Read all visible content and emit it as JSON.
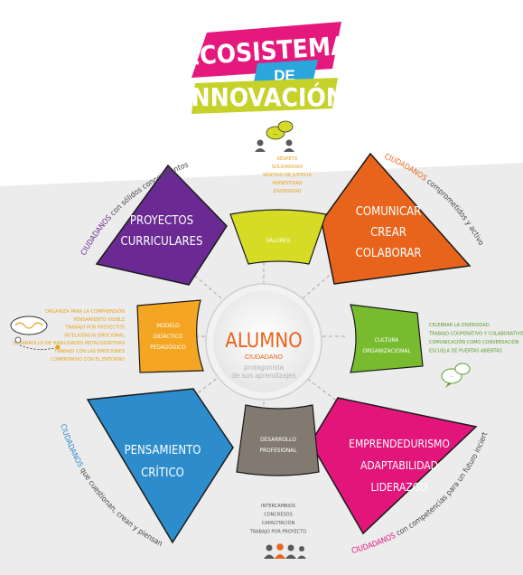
{
  "title": {
    "line1": "ECOSISTEMA",
    "line2": "DE",
    "line3": "INNOVACIÓN"
  },
  "center": {
    "title": "ALUMNO",
    "subtitle": "CIUDADANO",
    "caption_line1": "protagonista",
    "caption_line2": "de sus aprendizajes"
  },
  "petals": {
    "proyectos": {
      "line1": "PROYECTOS",
      "line2": "CURRICULARES"
    },
    "comunicar": {
      "line1": "COMUNICAR",
      "line2": "CREAR",
      "line3": "COLABORAR"
    },
    "pensamiento": {
      "line1": "PENSAMIENTO",
      "line2": "CRÍTICO"
    },
    "emprender": {
      "line1": "EMPRENDEDURISMO",
      "line2": "ADAPTABILIDAD",
      "line3": "LIDERAZGO"
    },
    "valores": {
      "line1": "VALORES"
    },
    "cultura": {
      "line1": "CULTURA",
      "line2": "ORGANIZACIONAL"
    },
    "desarrollo": {
      "line1": "DESARROLLO",
      "line2": "PROFESIONAL"
    },
    "modelo": {
      "line1": "MODELO",
      "line2": "DIDÁCTICO",
      "line3": "PEDAGÓGICO"
    }
  },
  "arcs": {
    "proyectos": {
      "highlight": "CIUDADANOS",
      "rest": " con sólidos conocimientos"
    },
    "comunicar": {
      "highlight": "CIUDADANOS",
      "rest": " comprometidos y activos"
    },
    "emprender": {
      "highlight": "CIUDADANOS",
      "rest": " con competencias para un futuro incierto"
    },
    "pensamiento": {
      "highlight": "CIUDADANOS",
      "rest": " que cuestionan, crean y piensan"
    }
  },
  "lists": {
    "valores": [
      "RESPETO",
      "SOLIDARIDAD",
      "SENTIDO DE JUSTICIA",
      "HONESTIDAD",
      "DIVERSIDAD"
    ],
    "cultura": [
      "CELEBRAR LA DIVERSIDAD",
      "TRABAJO COOPERATIVO Y COLABORATIVO",
      "COMUNICACIÓN COMO CONVERSACIÓN",
      "ESCUELA DE PUERTAS ABIERTAS"
    ],
    "desarrollo": [
      "INTERCAMBIOS",
      "CONCRESOS",
      "CAPACITACIÓN",
      "TRABAJO POR PROYECTO"
    ],
    "modelo": [
      "ORGANIZA PARA LA COMPRENSIÓN",
      "PENSAMIENTO VISIBLE",
      "TRABAJO POR PROYECTOS",
      "INTELIGENCIA EMOCIONAL",
      "DESARROLLO DE HABILIDADES METACOGNITIVAS",
      "TRABAJO CON LAS EMOCIONES",
      "COMPROMISO CON EL ENTORNO"
    ]
  },
  "colors": {
    "pink": "#e5197d",
    "blue": "#2aa6dc",
    "lime": "#c6d22a",
    "purple": "#6b2a93",
    "orange": "#e8641c",
    "teal": "#2d8ccb",
    "magenta": "#e2157b",
    "yellow": "#d6dc25",
    "green": "#79bb2f",
    "taupe": "#827a71",
    "amber": "#f4a623",
    "gray_band": "#ececec",
    "center_text": "#e8641c",
    "list_text": "#e8a21c",
    "green_text": "#5a9a2c"
  },
  "icons": [
    "people-chat-icon",
    "speech-bubbles-icon",
    "thought-bubble-icon",
    "group-icon"
  ]
}
